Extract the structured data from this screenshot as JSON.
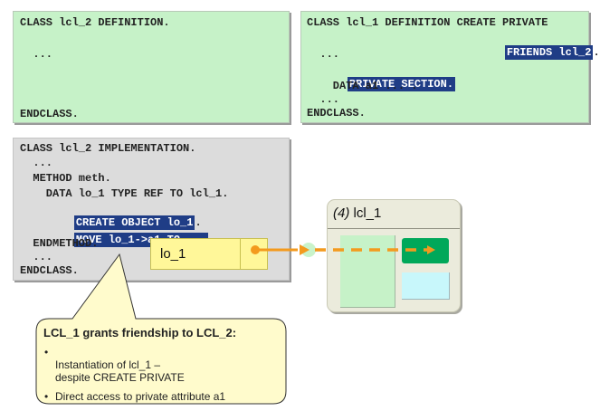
{
  "boxes": {
    "lcl2_definition": {
      "lines": [
        "CLASS lcl_2 DEFINITION.",
        "  ...",
        "ENDCLASS."
      ]
    },
    "lcl1_definition": {
      "line1": "CLASS lcl_1 DEFINITION CREATE PRIVATE",
      "friends_hl": "FRIENDS lcl_2",
      "friends_tail": ".",
      "dots1": "  ...",
      "private_hl": "PRIVATE SECTION.",
      "data_line": "    DATA a1 ... .",
      "dots2": "  ...",
      "endclass": "ENDCLASS."
    },
    "lcl2_implementation": {
      "line1": "CLASS lcl_2 IMPLEMENTATION.",
      "dots1": "  ...",
      "method": "  METHOD meth.",
      "data_line": "    DATA lo_1 TYPE REF TO lcl_1.",
      "create_hl": "CREATE OBJECT lo_1",
      "create_tail": ".",
      "move_hl": "MOVE lo_1->a1 TO ...",
      "move_tail": " .",
      "endmethod": "  ENDMETHOD.",
      "dots2": "  ...",
      "endclass": "ENDCLASS."
    }
  },
  "reference_variable": {
    "label": "lo_1"
  },
  "object": {
    "number": "(4)",
    "class_name": "lcl_1"
  },
  "callout": {
    "title": "LCL_1 grants friendship to LCL_2:",
    "bullets": [
      "Instantiation of lcl_1 –\ndespite CREATE PRIVATE",
      "Direct access to private attribute a1"
    ]
  },
  "colors": {
    "code_green": "#c6f2c8",
    "code_gray": "#dcdcdc",
    "highlight": "#1f3d86",
    "arrow": "#f39a1e",
    "ref_yellow": "#fff799",
    "object_bg": "#ebebdc",
    "attr_dark_green": "#00a85a",
    "attr_light_cyan": "#c8f7fb",
    "callout_bg": "#fffbcc"
  }
}
